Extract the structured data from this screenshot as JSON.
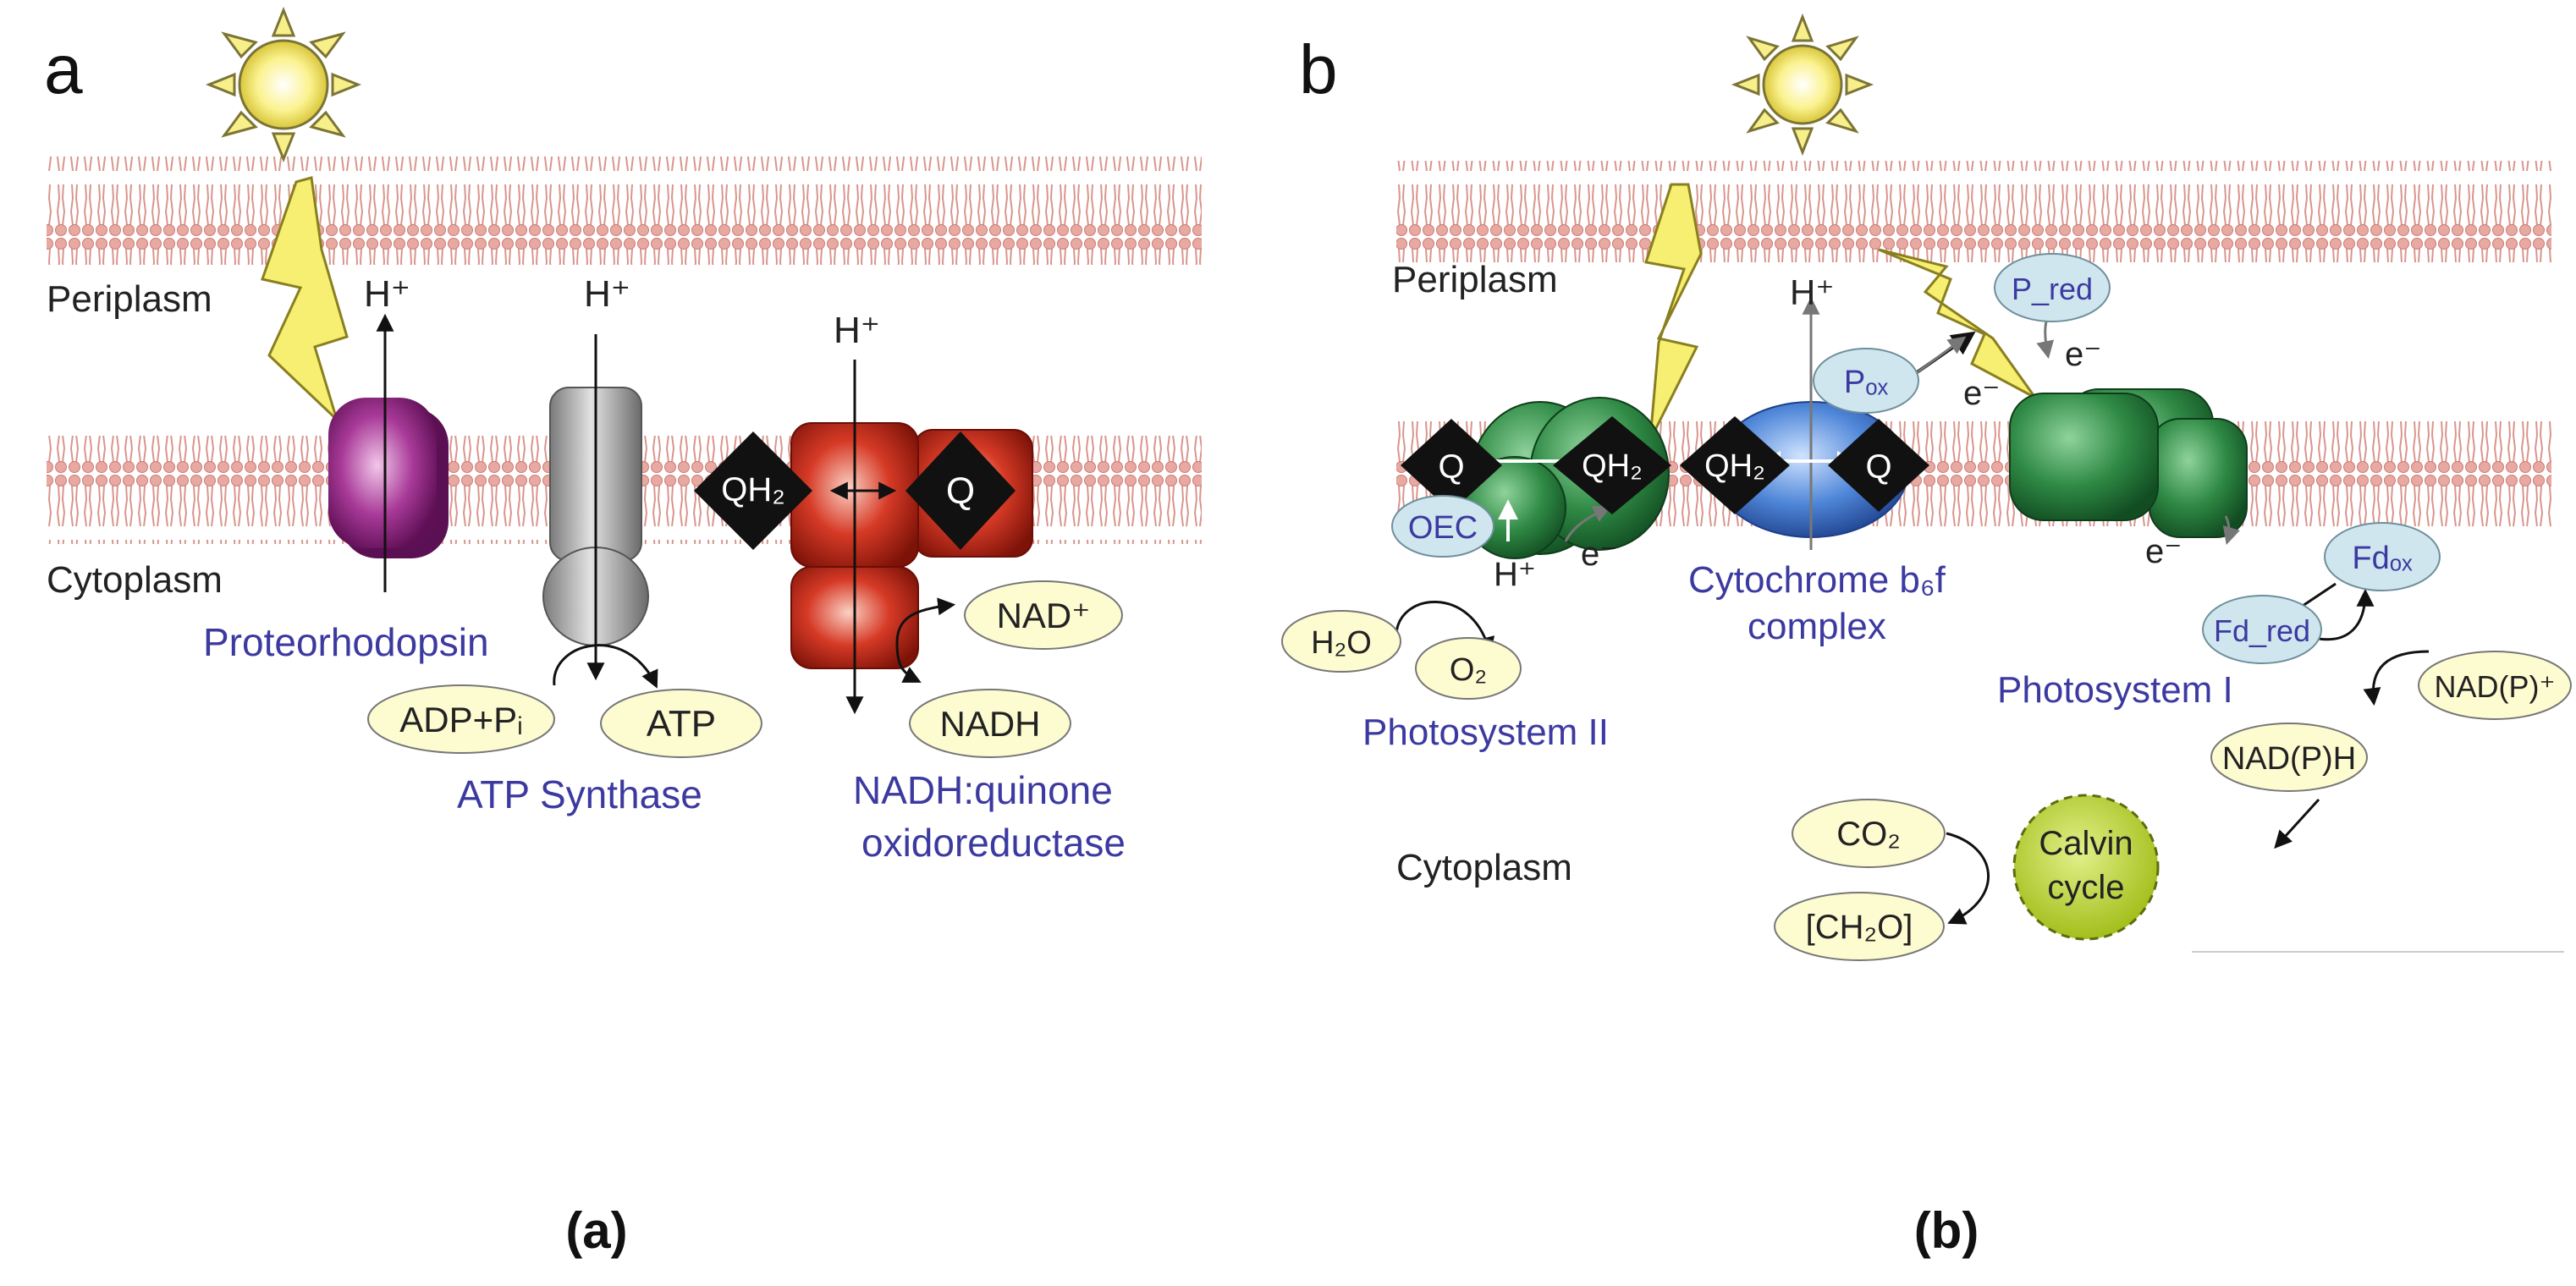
{
  "panel_a": {
    "letter": "a",
    "periplasm": "Periplasm",
    "cytoplasm": "Cytoplasm",
    "proteorhodopsin": {
      "proton": "H⁺",
      "label": "Proteorhodopsin"
    },
    "atp_synthase": {
      "proton": "H⁺",
      "substrate": "ADP+Pᵢ",
      "product": "ATP",
      "label": "ATP Synthase"
    },
    "nadh_qor": {
      "proton": "H⁺",
      "qh2": "QH₂",
      "q": "Q",
      "nad": "NAD⁺",
      "nadh": "NADH",
      "label_line1": "NADH:quinone",
      "label_line2": "oxidoreductase"
    },
    "caption": "(a)"
  },
  "panel_b": {
    "letter": "b",
    "periplasm": "Periplasm",
    "cytoplasm": "Cytoplasm",
    "ps2": {
      "q": "Q",
      "qh2": "QH₂",
      "oec": "OEC",
      "proton": "H⁺",
      "electron": "e⁻",
      "water": "H₂O",
      "oxygen": "O₂",
      "label": "Photosystem II"
    },
    "cytb6f": {
      "proton": "H⁺",
      "qh2": "QH₂",
      "q": "Q",
      "pox": "Pₒₓ",
      "pred": "P_red",
      "electron1": "e⁻",
      "electron2": "e⁻",
      "label_line1": "Cytochrome b₆f",
      "label_line2": "complex"
    },
    "ps1": {
      "electron": "e⁻",
      "fdox": "Fdₒₓ",
      "fdred": "Fd_red",
      "nadp": "NAD(P)⁺",
      "nadph": "NAD(P)H",
      "label": "Photosystem I"
    },
    "calvin": {
      "line1": "Calvin",
      "line2": "cycle",
      "co2": "CO₂",
      "ch2o": "[CH₂O]"
    },
    "caption": "(b)"
  },
  "colors": {
    "membrane": "#e8a9a2",
    "label_blue": "#3c3aa0",
    "ellipse_fill": "#fdfbd0",
    "blue_ellipse_fill": "#cfe6ef",
    "purple": "#9a2d8c",
    "red": "#c8291c",
    "green": "#2f8a45",
    "calvin": "#b5d22a"
  }
}
